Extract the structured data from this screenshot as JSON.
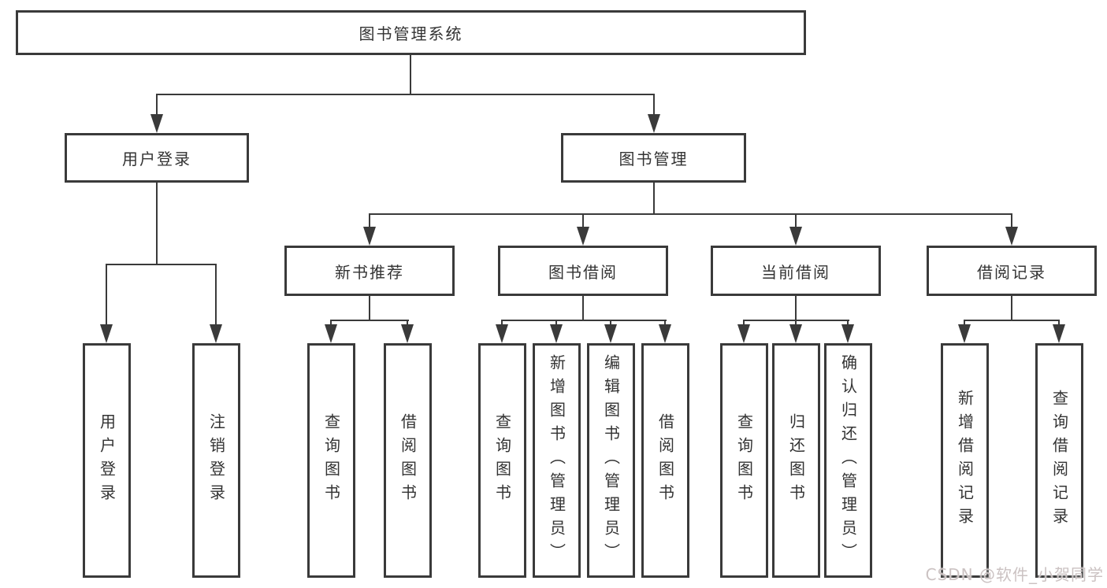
{
  "diagram": {
    "root": {
      "label": "图书管理系统"
    },
    "level2": [
      {
        "label": "用户登录"
      },
      {
        "label": "图书管理"
      }
    ],
    "level3": [
      {
        "label": "新书推荐"
      },
      {
        "label": "图书借阅"
      },
      {
        "label": "当前借阅"
      },
      {
        "label": "借阅记录"
      }
    ],
    "leaves": {
      "user_login": [
        {
          "label": "用户登录"
        },
        {
          "label": "注销登录"
        }
      ],
      "new_books": [
        {
          "label": "查询图书"
        },
        {
          "label": "借阅图书"
        }
      ],
      "book_borrow": [
        {
          "label": "查询图书"
        },
        {
          "label": "新增图书（管理员）"
        },
        {
          "label": "编辑图书（管理员）"
        },
        {
          "label": "借阅图书"
        }
      ],
      "current_borrow": [
        {
          "label": "查询图书"
        },
        {
          "label": "归还图书"
        },
        {
          "label": "确认归还（管理员）"
        }
      ],
      "borrow_records": [
        {
          "label": "新增借阅记录"
        },
        {
          "label": "查询借阅记录"
        }
      ]
    },
    "watermark": "CSDN @软件_小贺同学",
    "colors": {
      "line": "#3a3a3a",
      "text": "#333333",
      "background": "#ffffff",
      "watermark": "#cbc2c2"
    }
  }
}
